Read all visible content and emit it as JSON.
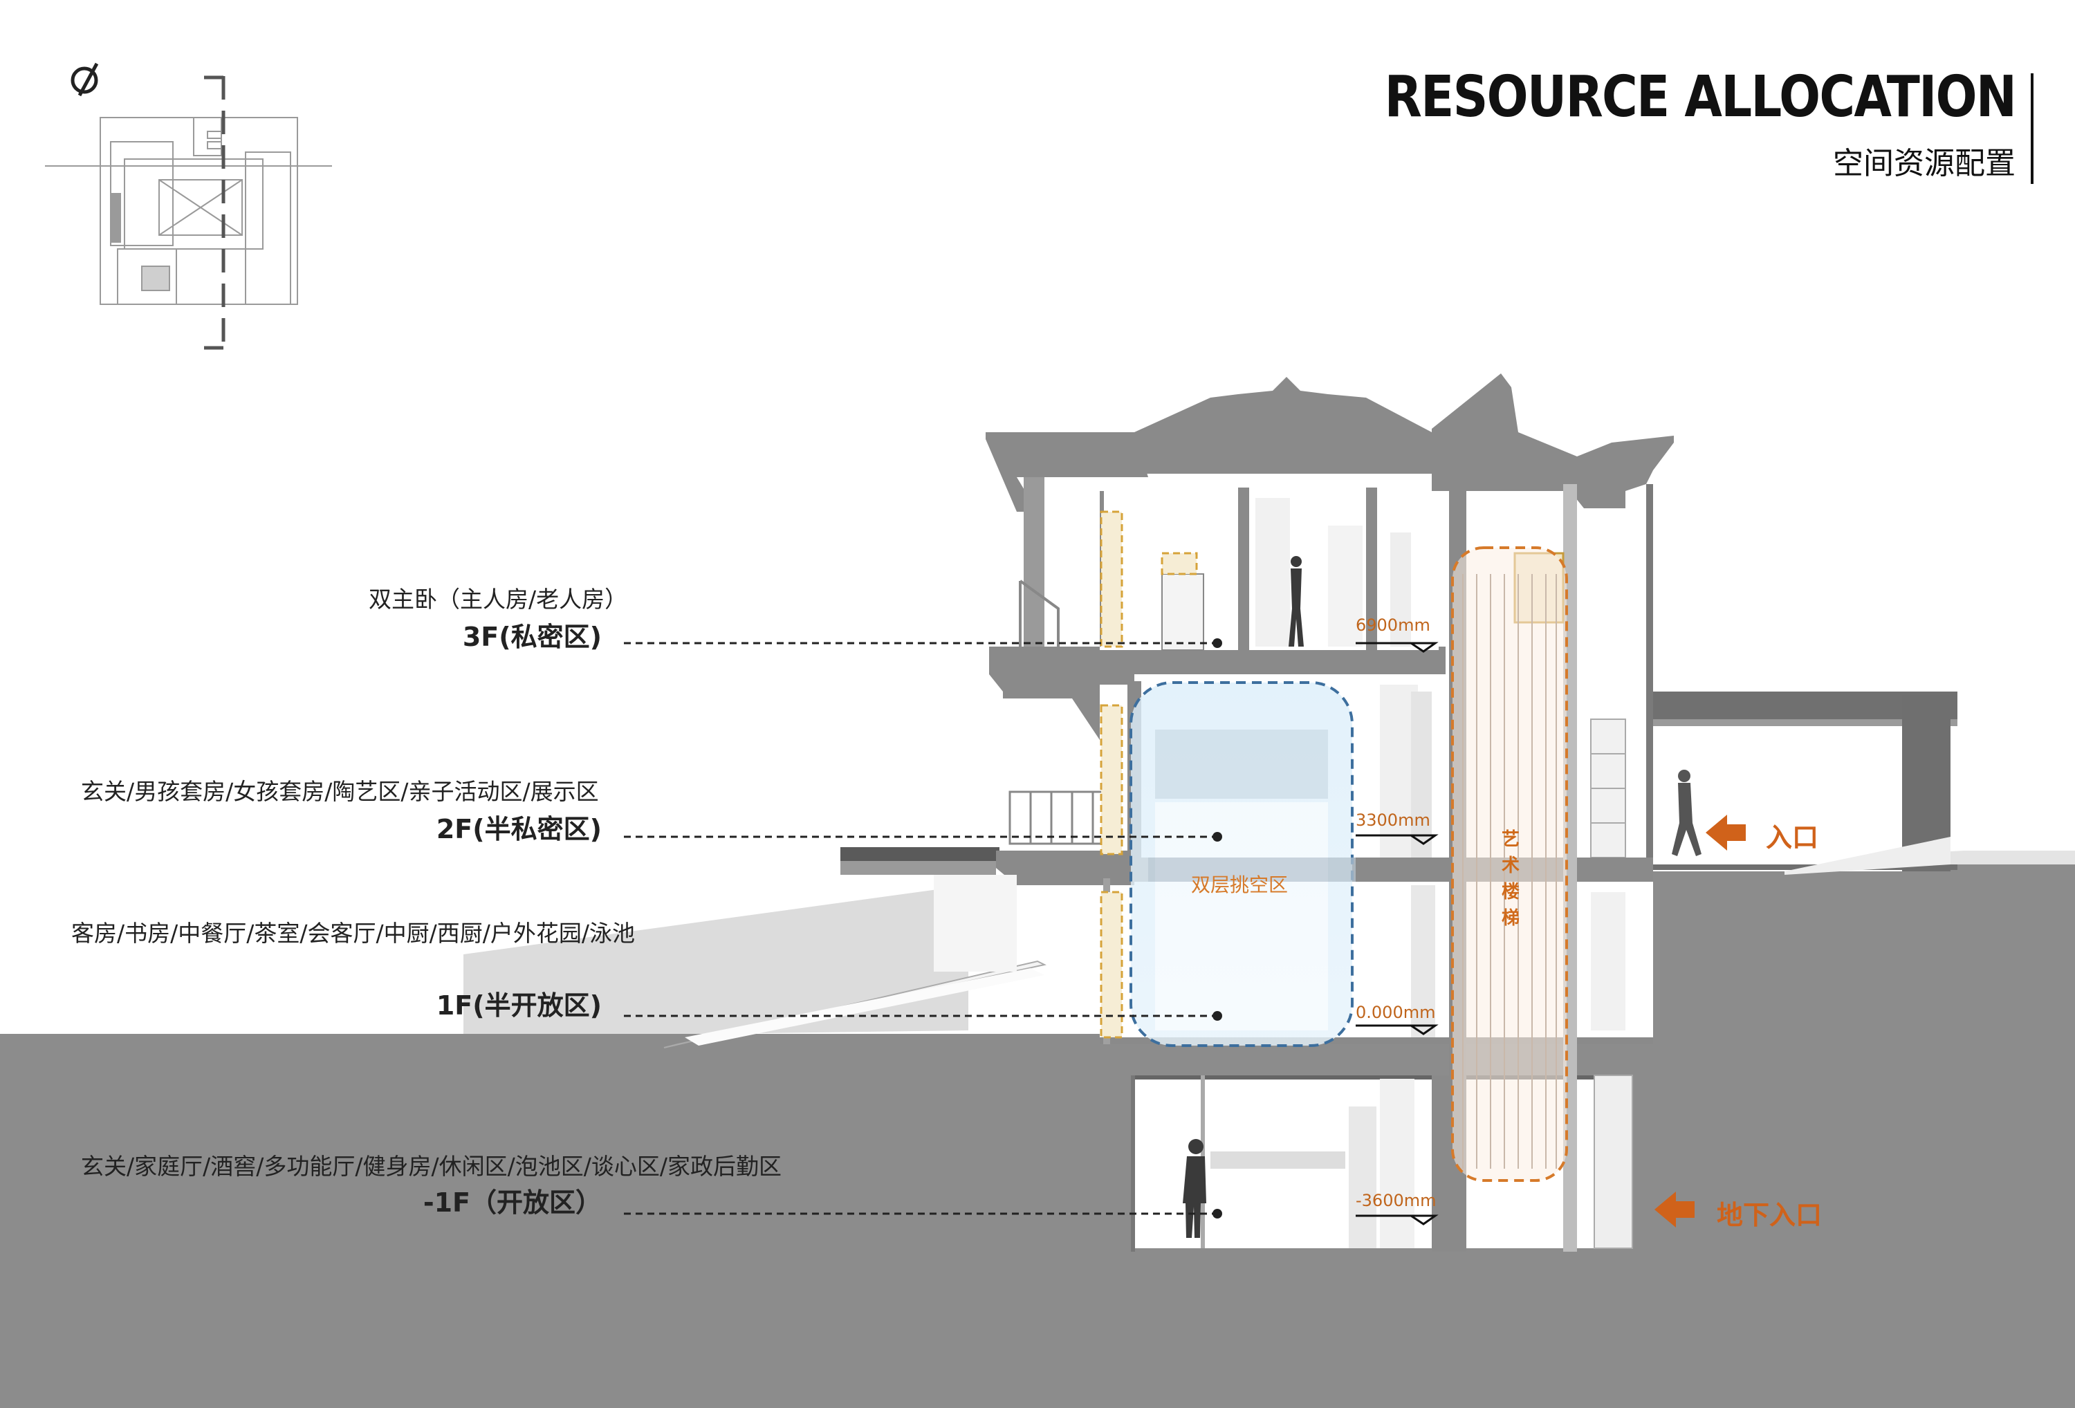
{
  "header": {
    "title": "RESOURCE ALLOCATION",
    "subtitle": "空间资源配置"
  },
  "floors": [
    {
      "floor": "3F(私密区)",
      "rooms": "双主卧（主人房/老人房）",
      "elevation": "6900mm"
    },
    {
      "floor": "2F(半私密区)",
      "rooms": "玄关/男孩套房/女孩套房/陶艺区/亲子活动区/展示区",
      "elevation": "3300mm"
    },
    {
      "floor": "1F(半开放区)",
      "rooms": "客房/书房/中餐厅/茶室/会客厅/中厨/西厨/户外花园/泳池",
      "elevation": "0.000mm"
    },
    {
      "floor": "-1F（开放区）",
      "rooms": "玄关/家庭厅/酒窖/多功能厅/健身房/休闲区/泡池区/谈心区/家政后勤区",
      "elevation": "-3600mm"
    }
  ],
  "zones": {
    "double_height": "双层挑空区",
    "art_stair_chars": [
      "艺",
      "术",
      "楼",
      "梯"
    ]
  },
  "entrances": {
    "main": "入口",
    "basement": "地下入口"
  },
  "colors": {
    "ground": "#8c8c8c",
    "wall": "#8a8a8a",
    "accent": "#d0621a",
    "blue_zone": "#3d6f9e",
    "orange_zone": "#d67a2a"
  }
}
